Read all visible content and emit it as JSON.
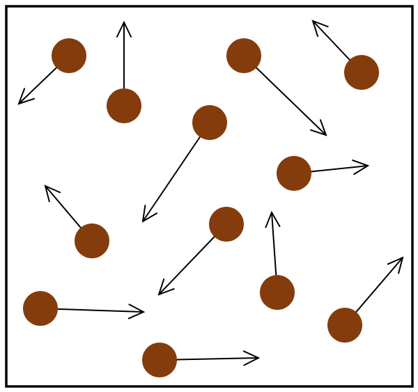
{
  "colors": {
    "background": "#ffffff",
    "frame": "#000000",
    "particle": "#843c0c",
    "arrow": "#000000"
  },
  "particles": [
    {
      "id": "p1"
    },
    {
      "id": "p2"
    },
    {
      "id": "p3"
    },
    {
      "id": "p4"
    },
    {
      "id": "p5"
    },
    {
      "id": "p6"
    },
    {
      "id": "p7"
    },
    {
      "id": "p8"
    },
    {
      "id": "p9"
    },
    {
      "id": "p10"
    },
    {
      "id": "p11"
    },
    {
      "id": "p12"
    },
    {
      "id": "p13"
    }
  ]
}
